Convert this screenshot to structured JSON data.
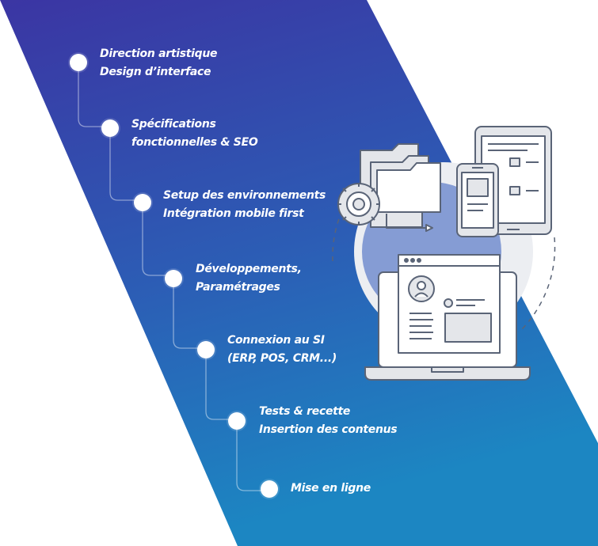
{
  "steps": [
    {
      "line1": "Direction artistique",
      "line2": "Design d’interface"
    },
    {
      "line1": "Spécifications",
      "line2": "fonctionnelles & SEO"
    },
    {
      "line1": "Setup des environnements",
      "line2": "Intégration mobile first"
    },
    {
      "line1": "Développements,",
      "line2": "Paramétrages"
    },
    {
      "line1": "Connexion au SI",
      "line2": "(ERP, POS, CRM...)"
    },
    {
      "line1": "Tests & recette",
      "line2": "Insertion des contenus"
    },
    {
      "line1": "Mise en ligne",
      "line2": ""
    }
  ],
  "colors": {
    "gradient_top": "#3a37a4",
    "gradient_bottom": "#1e7fbf",
    "illustration_stroke": "#5a6477",
    "illustration_fill": "#e4e6ea",
    "accent_blue": "#7f9bd6"
  },
  "illustration": {
    "icons": [
      "folder-icon",
      "gear-icon",
      "tablet-icon",
      "phone-icon",
      "browser-window-icon",
      "laptop-icon",
      "user-avatar-icon"
    ]
  }
}
